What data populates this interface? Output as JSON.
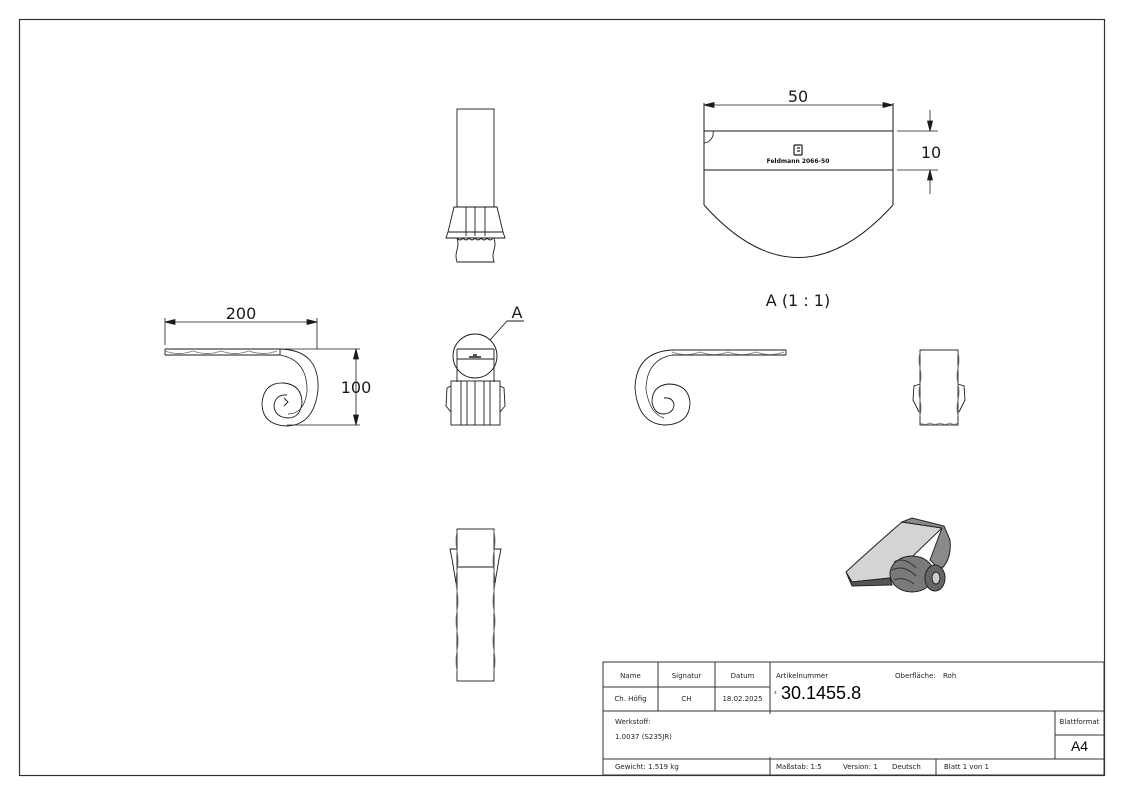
{
  "drawing": {
    "detail_label": "A",
    "detail_caption": "A (1 : 1)",
    "engraving_text": "Feldmann 2066-50",
    "dimensions": {
      "detail_width": "50",
      "detail_height": "10",
      "side_length": "200",
      "side_height": "100"
    }
  },
  "title_block": {
    "headers": {
      "name": "Name",
      "signature": "Signatur",
      "date": "Datum"
    },
    "values": {
      "name": "Ch. Höfig",
      "signature": "CH",
      "date": "18.02.2025"
    },
    "article_label": "Artikelnummer",
    "article_number": "30.1455.8",
    "article_prefix": "²",
    "surface_label": "Oberfläche:",
    "surface_value": "Roh",
    "material_label": "Werkstoff:",
    "material_value": "1.0037 (S235JR)",
    "sheet_format_label": "Blattformat",
    "sheet_format_value": "A4",
    "weight": "Gewicht: 1.519 kg",
    "scale": "Maßstab: 1:5",
    "version": "Version: 1",
    "language": "Deutsch",
    "sheet": "Blatt 1 von 1"
  },
  "colors": {
    "line": "#1a1a1a",
    "frame": "#333333",
    "shade": "#777777"
  }
}
